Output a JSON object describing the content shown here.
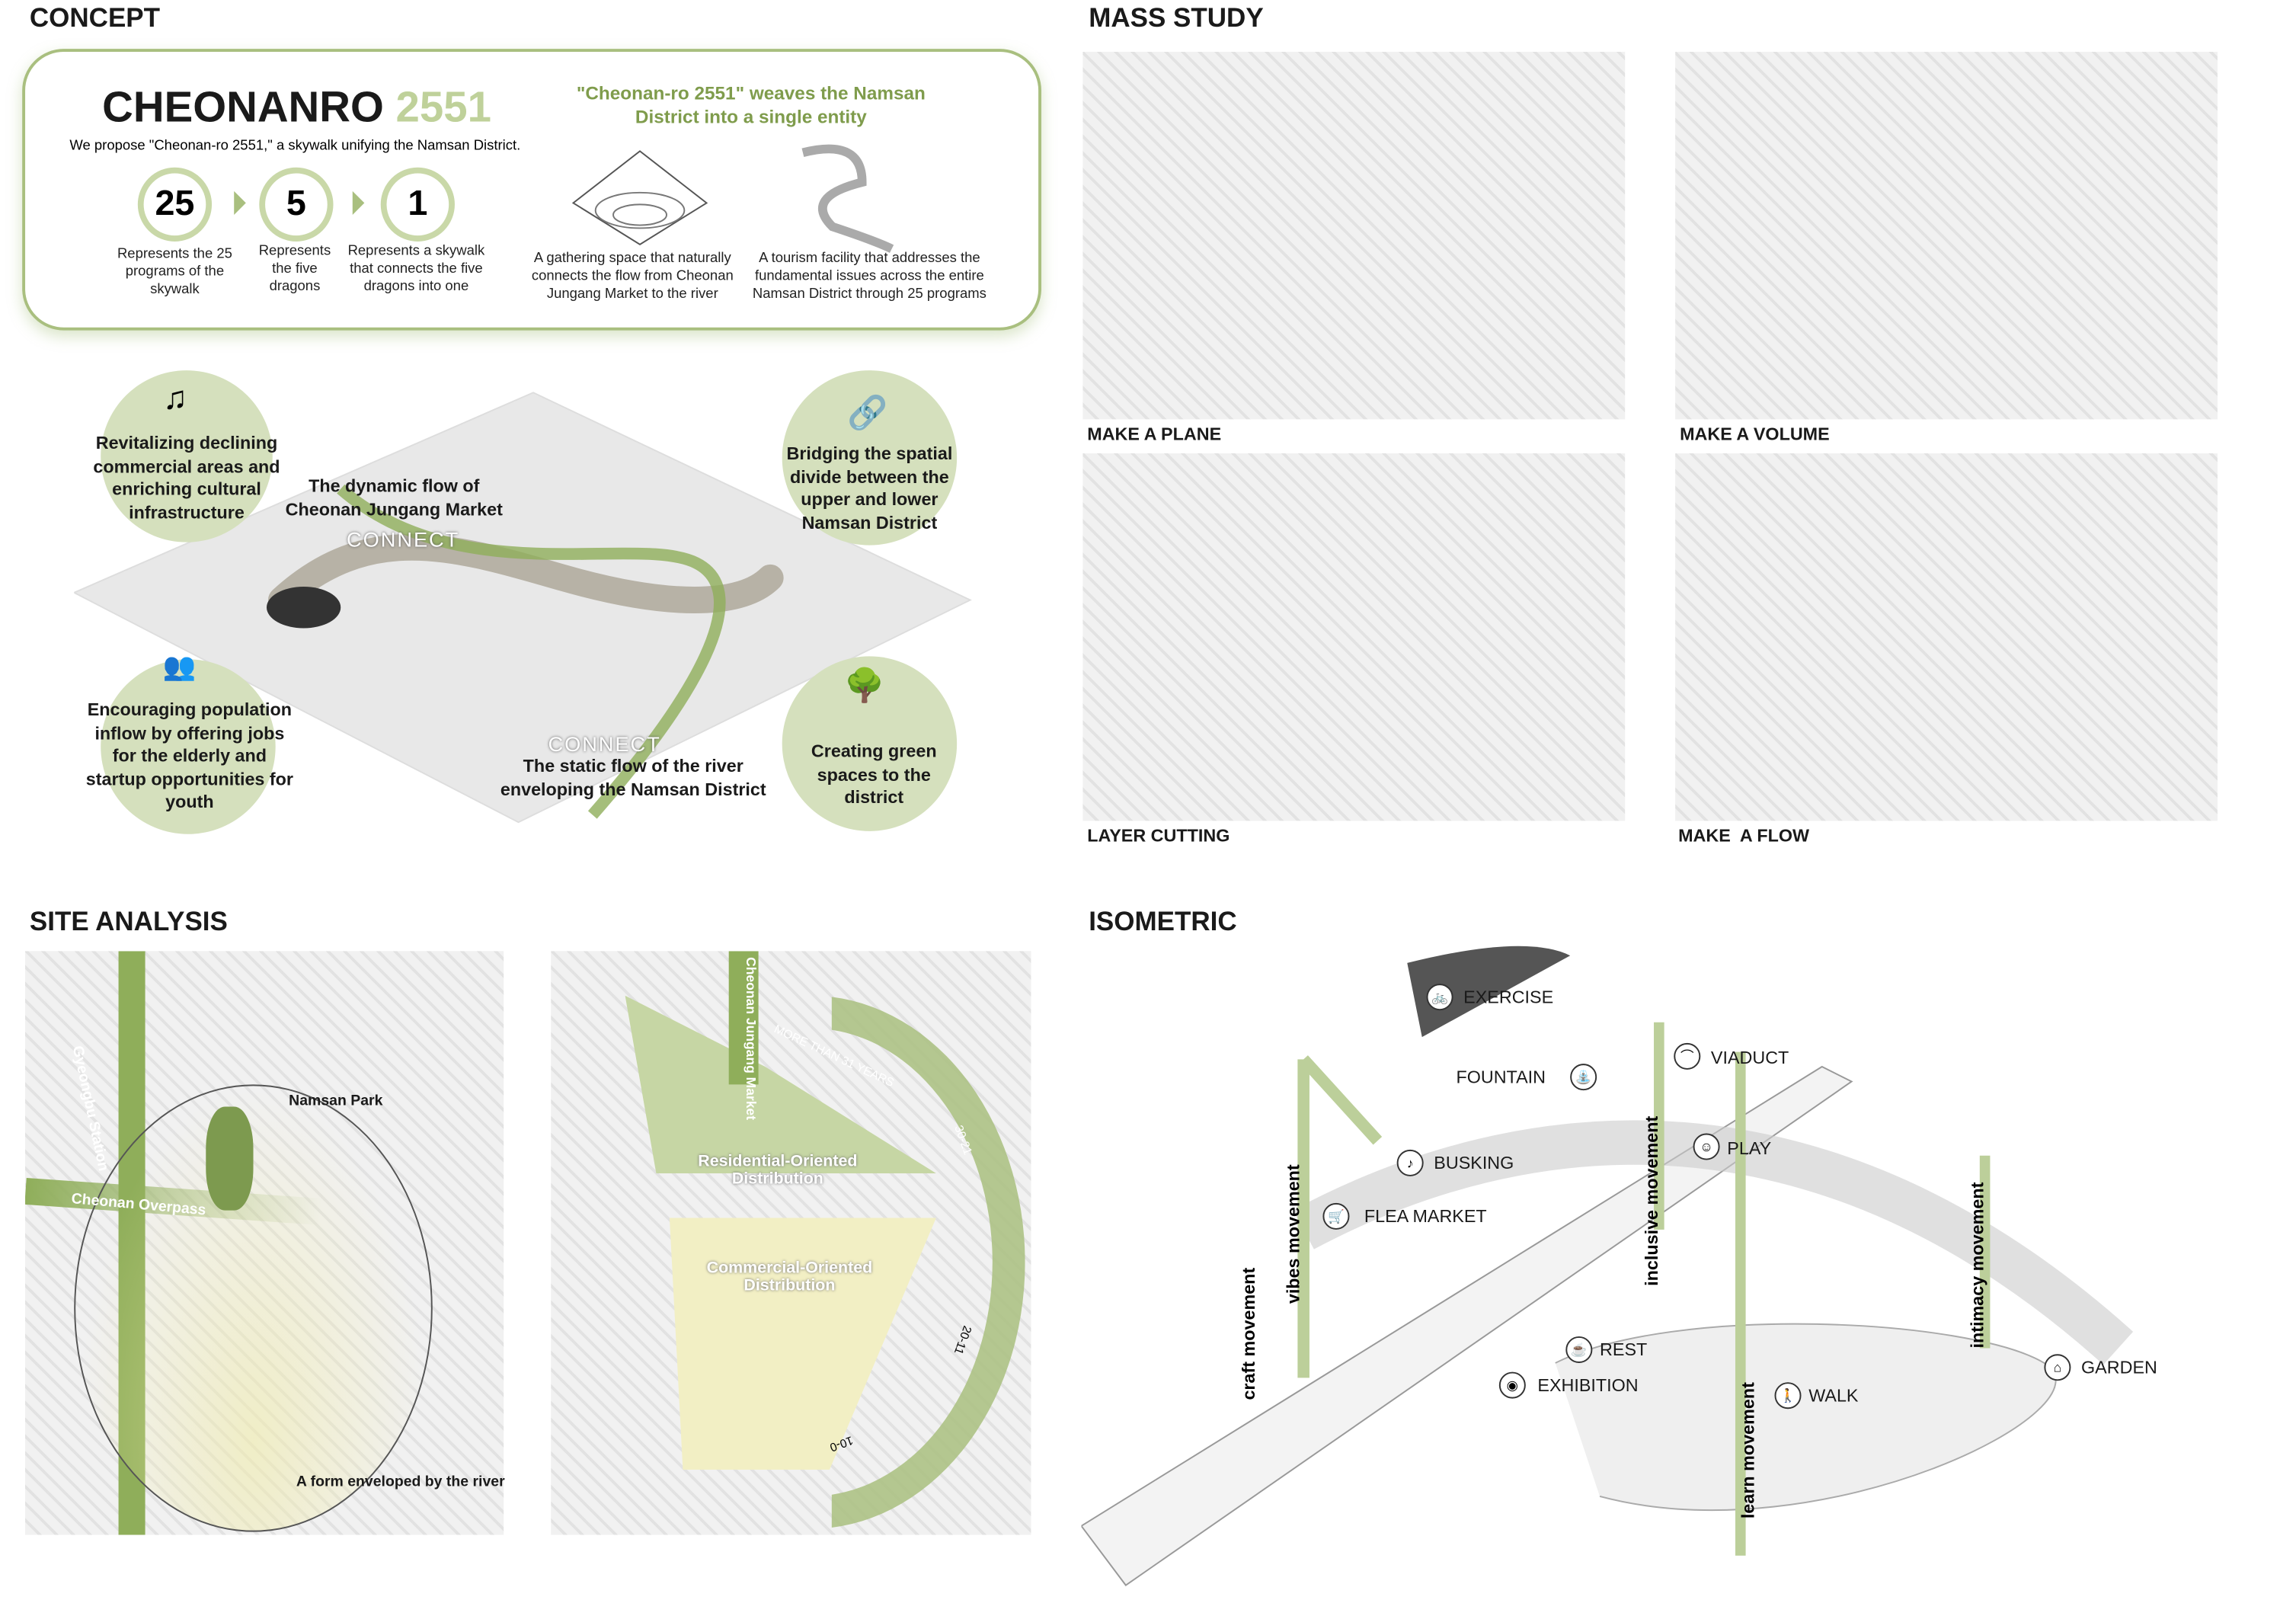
{
  "sections": {
    "concept": "CONCEPT",
    "mass_study": "MASS STUDY",
    "site_analysis": "SITE ANALYSIS",
    "isometric": "ISOMETRIC"
  },
  "concept": {
    "title_main": "CHEONANRO",
    "title_accent": "2551",
    "subtitle": "We propose \"Cheonan-ro 2551,\" a skywalk unifying the Namsan District.",
    "numbers": [
      {
        "value": "25",
        "desc": "Represents the 25 programs of the skywalk"
      },
      {
        "value": "5",
        "desc": "Represents the five dragons"
      },
      {
        "value": "1",
        "desc": "Represents a skywalk that connects the five dragons into one"
      }
    ],
    "quote": "\"Cheonan-ro 2551\" weaves the Namsan District into a single entity",
    "illustrations": [
      {
        "desc": "A gathering space that naturally connects the flow from Cheonan Jungang Market to the river"
      },
      {
        "desc": "A tourism facility that addresses the fundamental issues across the entire Namsan District through 25 programs"
      }
    ],
    "bubbles": [
      "Revitalizing declining commercial areas and enriching cultural infrastructure",
      "Bridging the spatial divide between the upper and lower Namsan District",
      "Encouraging population inflow by offering jobs for the elderly and startup opportunities for youth",
      "Creating green spaces to the district"
    ],
    "annotations": [
      "The dynamic flow of Cheonan Jungang Market",
      "The static flow of the river enveloping the Namsan District"
    ],
    "connect_labels": [
      "CONNECT",
      "CONNECT"
    ]
  },
  "mass_study": {
    "captions": [
      "MAKE A PLANE",
      "MAKE A VOLUME",
      "LAYER CUTTING",
      "MAKE  A FLOW"
    ]
  },
  "site_analysis": {
    "map1": {
      "labels": [
        "Namsan Park",
        "Gyeongbu Station",
        "Cheonan Overpass",
        "A form enveloped by the river"
      ]
    },
    "map2": {
      "labels": [
        "Cheonan Jungang Market",
        "MORE THAN 31 YEARS",
        "30-21",
        "20-11",
        "10-0",
        "Residential-Oriented Distribution",
        "Commercial-Oriented Distribution"
      ]
    }
  },
  "isometric": {
    "programs": [
      "EXERCISE",
      "FOUNTAIN",
      "VIADUCT",
      "BUSKING",
      "PLAY",
      "FLEA MARKET",
      "REST",
      "EXHIBITION",
      "WALK",
      "GARDEN"
    ],
    "movements": [
      "craft movement",
      "vibes movement",
      "inclusive movement",
      "intimacy movement",
      "learn movement"
    ]
  },
  "colors": {
    "accent": "#a9bf7f",
    "accent_light": "#d5e0bd",
    "quote": "#7f9c4c"
  }
}
